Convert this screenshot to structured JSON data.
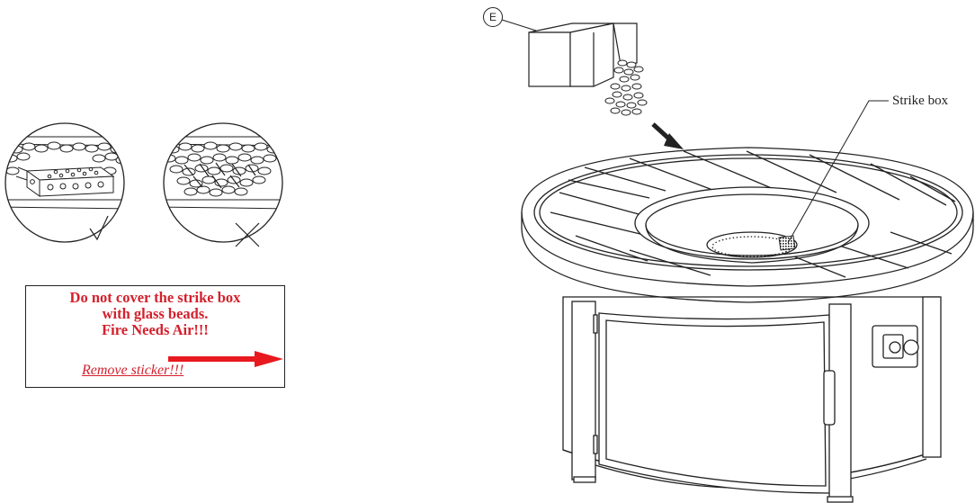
{
  "callout": {
    "letter": "E"
  },
  "labels": {
    "strike_box": "Strike box"
  },
  "sticker": {
    "warning_lines": [
      "Do not cover the strike box",
      "with glass beads.",
      "Fire Needs Air!!!"
    ],
    "remove_text": "Remove sticker!!!"
  },
  "detail_views": [
    {
      "id": "correct",
      "mark": "check"
    },
    {
      "id": "incorrect",
      "mark": "cross"
    }
  ],
  "colors": {
    "line": "#222222",
    "warning": "#d4202c"
  }
}
